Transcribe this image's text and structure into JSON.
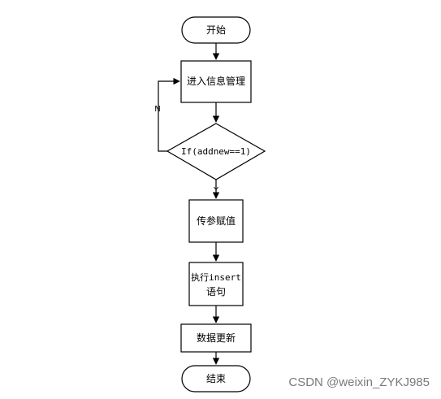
{
  "flowchart": {
    "start_label": "开始",
    "enter_info_label": "进入信息管理",
    "condition_label": "If(addnew==1)",
    "no_label": "N",
    "yes_label": "Y",
    "assign_params_label": "传参赋值",
    "execute_insert_line1": "执行insert",
    "execute_insert_line2": "语句",
    "data_update_label": "数据更新",
    "end_label": "结束"
  },
  "watermark": {
    "text": "CSDN @weixin_ZYKJ985"
  },
  "colors": {
    "stroke": "#000000",
    "background": "#ffffff",
    "watermark": "#7a7a7a"
  }
}
